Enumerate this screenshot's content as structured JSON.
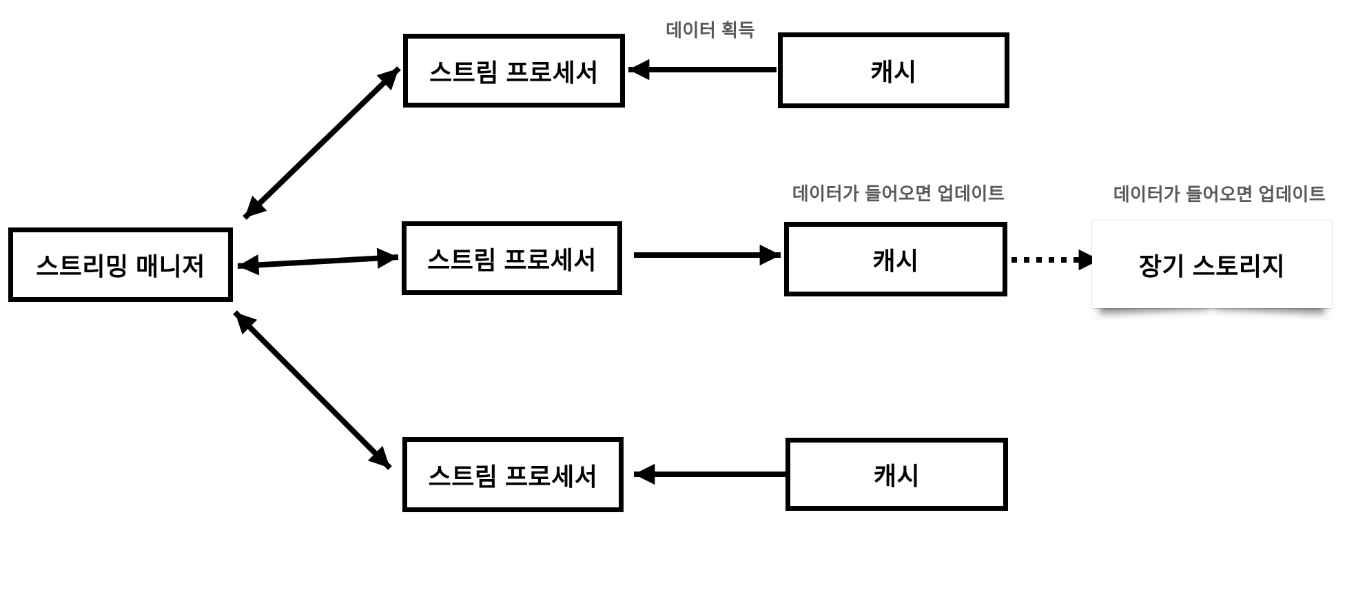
{
  "diagram": {
    "background": "#ffffff",
    "colors": {
      "node_border": "#000000",
      "node_fill": "#ffffff",
      "node_text": "#000000",
      "annotation_text": "#595959",
      "arrow": "#000000"
    },
    "nodes": {
      "streaming_manager": {
        "label": "스트리밍 매니저"
      },
      "stream_processor_top": {
        "label": "스트림 프로세서"
      },
      "stream_processor_middle": {
        "label": "스트림 프로세서"
      },
      "stream_processor_bottom": {
        "label": "스트림 프로세서"
      },
      "cache_top": {
        "label": "캐시"
      },
      "cache_middle": {
        "label": "캐시"
      },
      "cache_bottom": {
        "label": "캐시"
      },
      "long_term_storage": {
        "label": "장기 스토리지"
      }
    },
    "annotations": {
      "data_acquisition": {
        "text": "데이터 획득"
      },
      "cache_update": {
        "text": "데이터가 들어오면 업데이트"
      },
      "storage_update": {
        "text": "데이터가 들어오면 업데이트"
      }
    },
    "edges": [
      {
        "from": "cache_top",
        "to": "stream_processor_top",
        "style": "solid",
        "direction": "one-way",
        "annotation": "데이터 획득"
      },
      {
        "from": "streaming_manager",
        "to": "stream_processor_top",
        "style": "solid",
        "direction": "two-way",
        "annotation": ""
      },
      {
        "from": "streaming_manager",
        "to": "stream_processor_middle",
        "style": "solid",
        "direction": "two-way",
        "annotation": ""
      },
      {
        "from": "streaming_manager",
        "to": "stream_processor_bottom",
        "style": "solid",
        "direction": "two-way",
        "annotation": ""
      },
      {
        "from": "stream_processor_middle",
        "to": "cache_middle",
        "style": "solid",
        "direction": "one-way",
        "annotation": "데이터가 들어오면 업데이트"
      },
      {
        "from": "cache_middle",
        "to": "long_term_storage",
        "style": "dotted",
        "direction": "one-way",
        "annotation": "데이터가 들어오면 업데이트"
      },
      {
        "from": "cache_bottom",
        "to": "stream_processor_bottom",
        "style": "solid",
        "direction": "one-way",
        "annotation": ""
      }
    ]
  }
}
